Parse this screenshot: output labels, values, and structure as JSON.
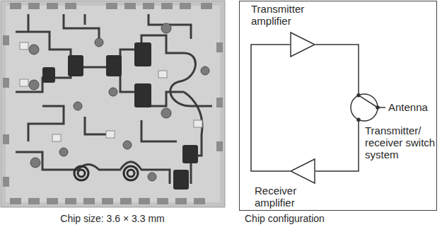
{
  "diagram": {
    "nodes": [
      {
        "text": [
          "Transmitter amplifier"
        ]
      },
      {
        "text": [
          "Transmitter/ receiver switch system"
        ]
      },
      {
        "text": [
          "Receiver amplifier"
        ]
      }
    ],
    "edges": [
      {
        "from": 0,
        "to": 1,
        "arrow": "none"
      },
      {
        "from": 1,
        "to": 2,
        "arrow": "none"
      },
      {
        "from": 2,
        "to": 0,
        "arrow": "none"
      }
    ],
    "labels": [
      "Antenna",
      "Chip size: 3.6 × 3.3 mm",
      "Chip configuration"
    ]
  }
}
